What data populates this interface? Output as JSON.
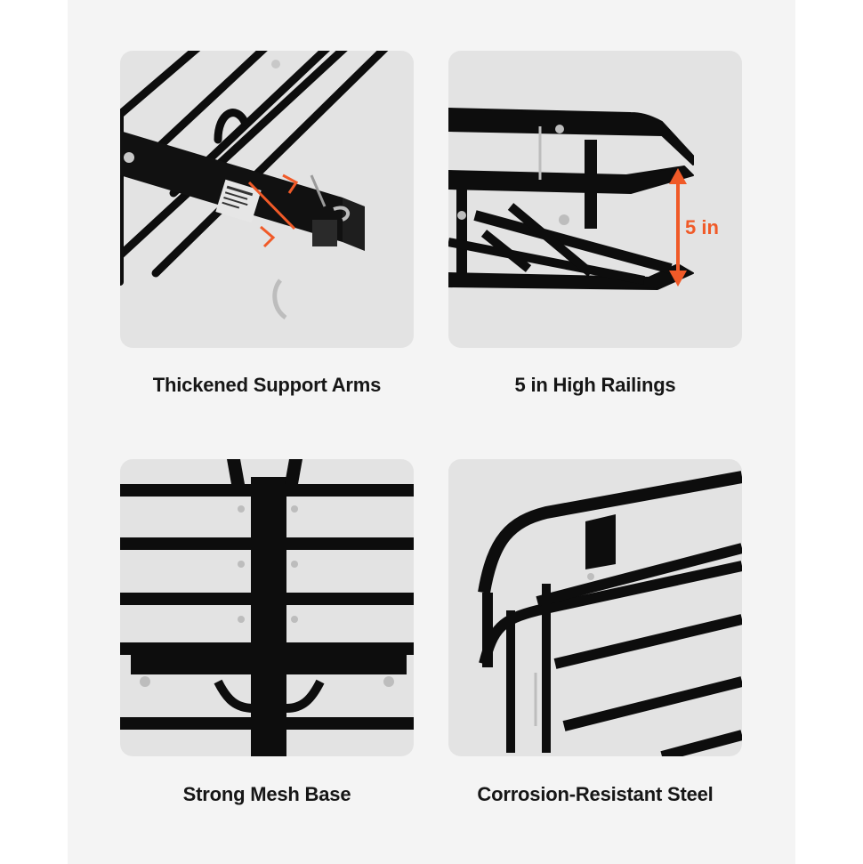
{
  "features": [
    {
      "caption": "Thickened Support Arms"
    },
    {
      "caption": "5 in High Railings",
      "measure_label": "5 in"
    },
    {
      "caption": "Strong Mesh Base"
    },
    {
      "caption": "Corrosion-Resistant Steel"
    }
  ],
  "colors": {
    "background": "#ffffff",
    "panel": "#e3e3e3",
    "steel": "#0d0d0d",
    "accent": "#f05a28"
  }
}
